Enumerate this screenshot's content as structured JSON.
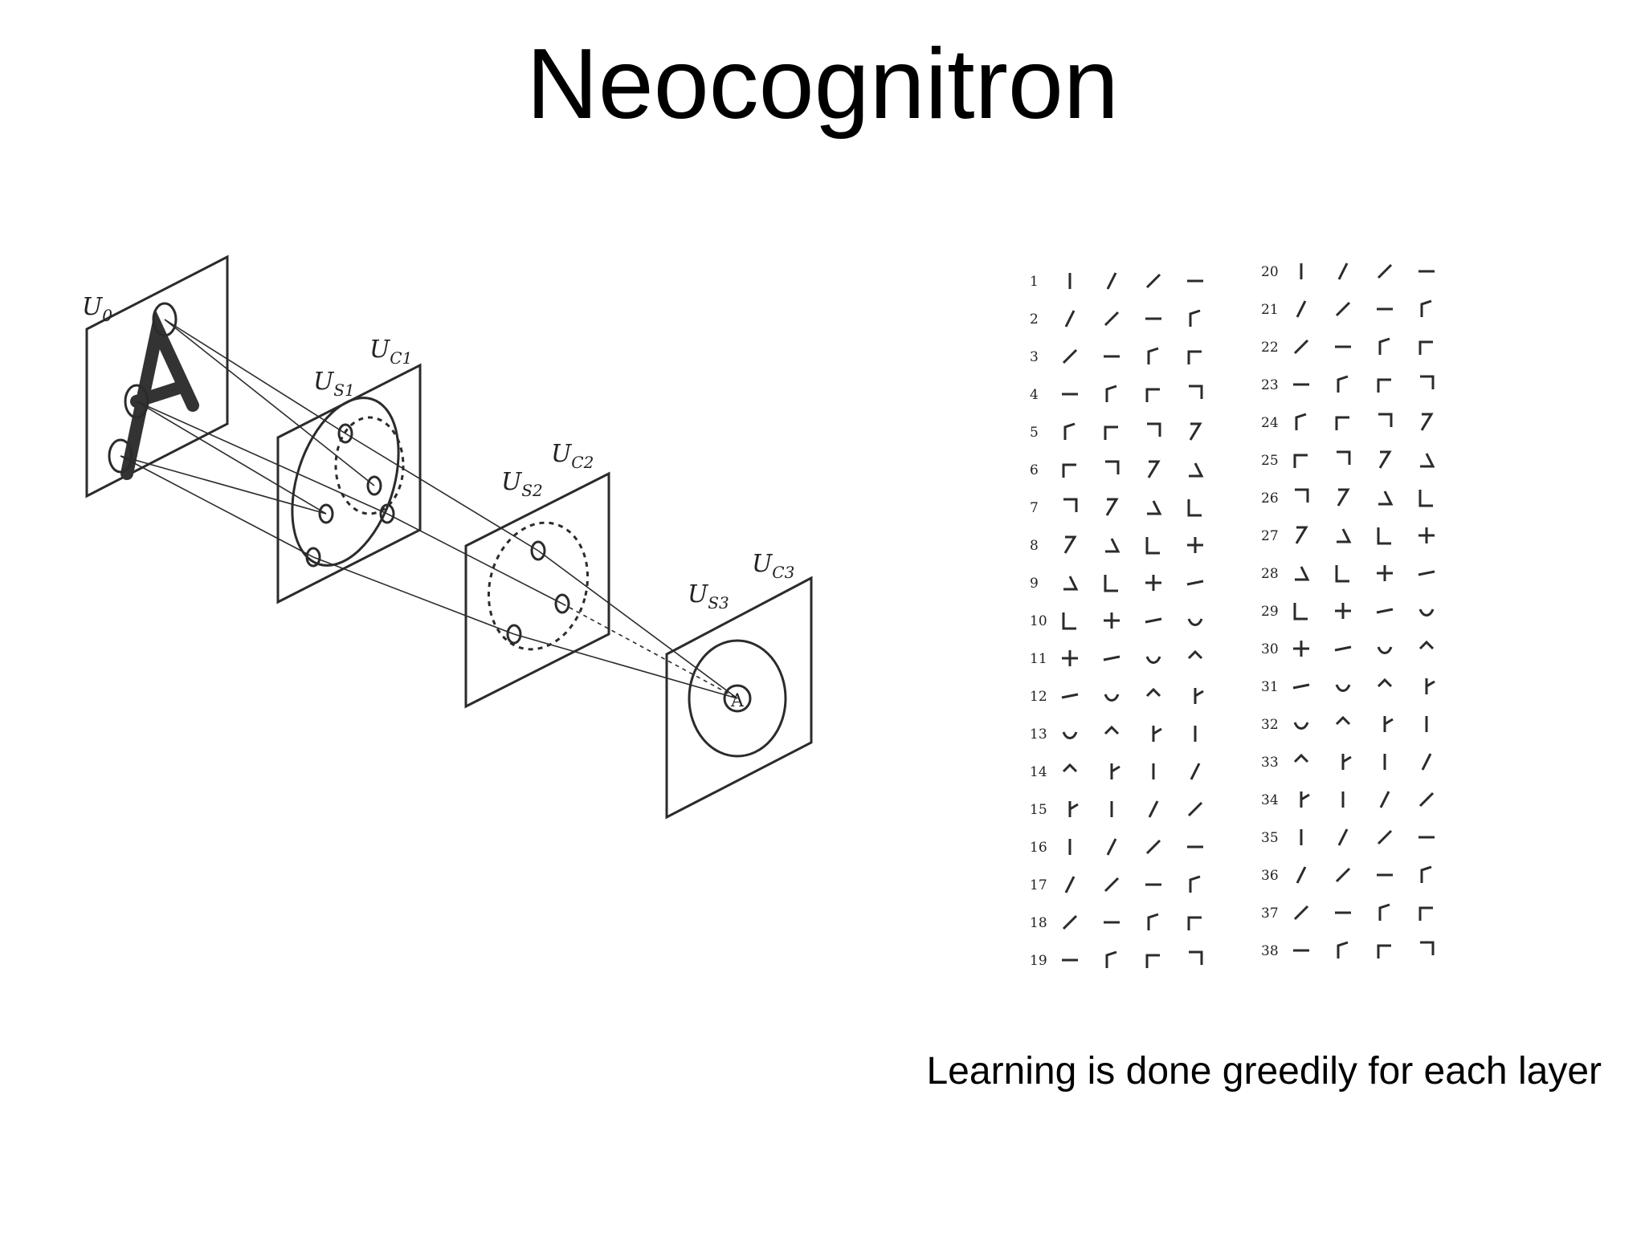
{
  "slide": {
    "title": "Neocognitron",
    "caption": "Learning is done greedily for each layer"
  },
  "network_diagram": {
    "layers": [
      {
        "main": "U",
        "sub": "0"
      },
      {
        "main": "U",
        "sub": "S1"
      },
      {
        "main": "U",
        "sub": "C1"
      },
      {
        "main": "U",
        "sub": "S2"
      },
      {
        "main": "U",
        "sub": "C2"
      },
      {
        "main": "U",
        "sub": "S3"
      },
      {
        "main": "U",
        "sub": "C3"
      }
    ],
    "input_letter": "A",
    "output_letter": "A"
  },
  "feature_panel": {
    "left_numbers": [
      "1",
      "2",
      "3",
      "4",
      "5",
      "6",
      "7",
      "8",
      "9",
      "10",
      "11",
      "12",
      "13",
      "14",
      "15",
      "16",
      "17",
      "18",
      "19"
    ],
    "right_numbers": [
      "20",
      "21",
      "22",
      "23",
      "24",
      "25",
      "26",
      "27",
      "28",
      "29",
      "30",
      "31",
      "32",
      "33",
      "34",
      "35",
      "36",
      "37",
      "38"
    ]
  },
  "colors": {
    "ink": "#2b2b2b",
    "background": "#ffffff"
  }
}
